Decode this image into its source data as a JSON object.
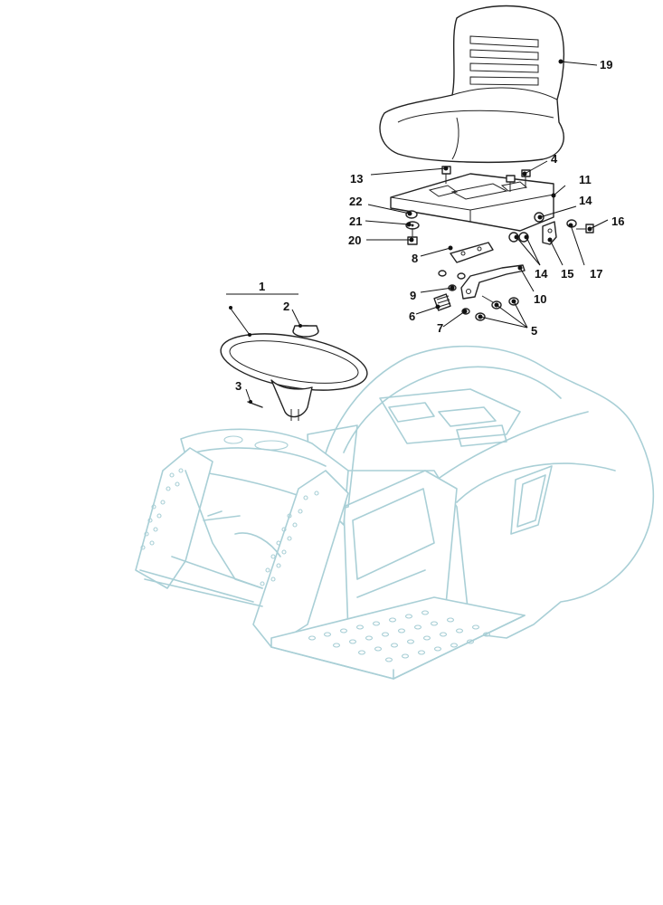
{
  "diagram": {
    "callouts": [
      "1",
      "2",
      "3",
      "4",
      "5",
      "6",
      "7",
      "8",
      "9",
      "10",
      "11",
      "13",
      "14",
      "14",
      "15",
      "16",
      "17",
      "19",
      "20",
      "21",
      "22"
    ]
  }
}
